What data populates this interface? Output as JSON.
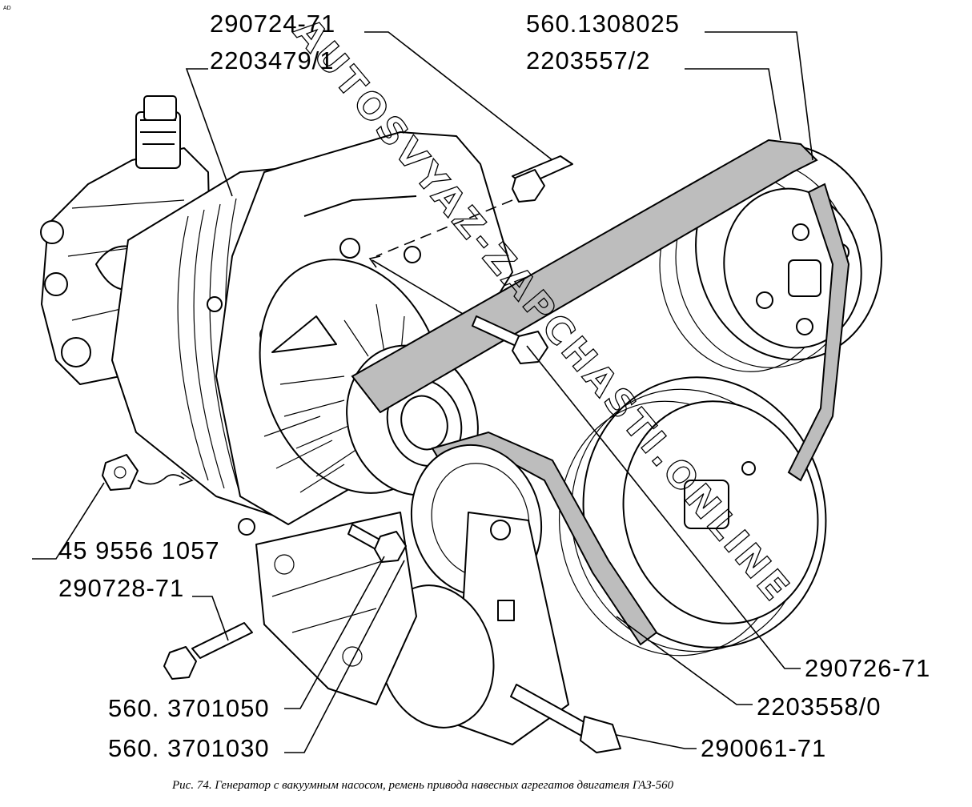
{
  "corner_mark": "AD",
  "callouts": [
    {
      "id": "290724-71",
      "text": "290724-71"
    },
    {
      "id": "2203479-1",
      "text": "2203479/1"
    },
    {
      "id": "560.1308025",
      "text": "560.1308025"
    },
    {
      "id": "2203557-2",
      "text": "2203557/2"
    },
    {
      "id": "45-9556-1057",
      "text": "45 9556 1057"
    },
    {
      "id": "290728-71",
      "text": "290728-71"
    },
    {
      "id": "560.3701050",
      "text": "560. 3701050"
    },
    {
      "id": "560.3701030",
      "text": "560. 3701030"
    },
    {
      "id": "290726-71",
      "text": "290726-71"
    },
    {
      "id": "2203558-0",
      "text": "2203558/0"
    },
    {
      "id": "290061-71",
      "text": "290061-71"
    }
  ],
  "watermark": "AUTOSVYAZ-ZAPCHASTI.ONLINE",
  "caption": "Рис. 74. Генератор с вакуумным насосом, ремень привода навесных агрегатов двигателя ГАЗ-560"
}
